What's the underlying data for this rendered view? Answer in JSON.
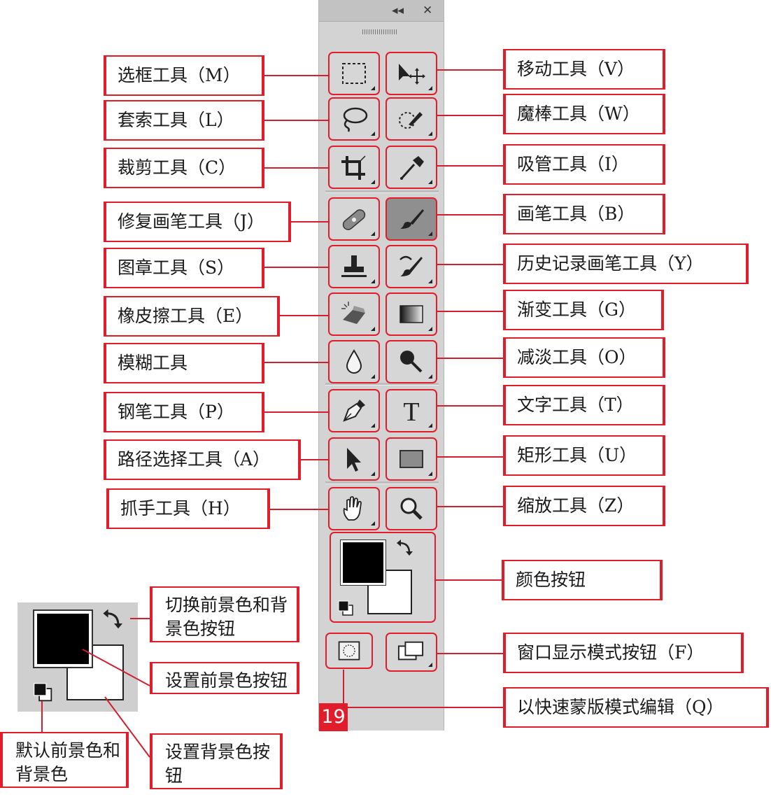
{
  "panel": {
    "collapse_icon": "◂◂",
    "close_icon": "✕"
  },
  "tools": [
    {
      "id": "marquee",
      "icon": "marquee-icon"
    },
    {
      "id": "move",
      "icon": "move-icon"
    },
    {
      "id": "lasso",
      "icon": "lasso-icon"
    },
    {
      "id": "quick-select",
      "icon": "quick-select-icon"
    },
    {
      "id": "crop",
      "icon": "crop-icon"
    },
    {
      "id": "eyedropper",
      "icon": "eyedropper-icon"
    },
    {
      "id": "healing",
      "icon": "bandage-icon"
    },
    {
      "id": "brush",
      "icon": "brush-icon",
      "selected": true
    },
    {
      "id": "stamp",
      "icon": "stamp-icon"
    },
    {
      "id": "history-brush",
      "icon": "history-brush-icon"
    },
    {
      "id": "eraser",
      "icon": "eraser-icon"
    },
    {
      "id": "gradient",
      "icon": "gradient-icon"
    },
    {
      "id": "blur",
      "icon": "drop-icon"
    },
    {
      "id": "dodge",
      "icon": "dodge-icon"
    },
    {
      "id": "pen",
      "icon": "pen-icon"
    },
    {
      "id": "type",
      "icon": "type-icon",
      "glyph": "T"
    },
    {
      "id": "path-select",
      "icon": "arrow-icon"
    },
    {
      "id": "rectangle",
      "icon": "rectangle-icon"
    },
    {
      "id": "hand",
      "icon": "hand-icon"
    },
    {
      "id": "zoom",
      "icon": "magnifier-icon"
    }
  ],
  "labels": {
    "left": [
      "选框工具（M）",
      "套索工具（L）",
      "裁剪工具（C）",
      "修复画笔工具（J）",
      "图章工具（S）",
      "橡皮擦工具（E）",
      "模糊工具",
      "钢笔工具（P）",
      "路径选择工具（A）",
      "抓手工具（H）"
    ],
    "right": [
      "移动工具（V）",
      "魔棒工具（W）",
      "吸管工具（I）",
      "画笔工具（B）",
      "历史记录画笔工具（Y）",
      "渐变工具（G）",
      "减淡工具（O）",
      "文字工具（T）",
      "矩形工具（U）",
      "缩放工具（Z）"
    ],
    "color_buttons": "颜色按钮",
    "screen_mode": "窗口显示模式按钮（F）",
    "quick_mask": "以快速蒙版模式编辑（Q）",
    "swap_colors": "切换前景色和背景色按钮",
    "set_foreground": "设置前景色按钮",
    "set_background": "设置背景色按钮",
    "default_colors": "默认前景色和背景色"
  },
  "colors": {
    "foreground": "#000000",
    "background": "#ffffff",
    "annotation": "#e21d2b",
    "panel": "#d3d3d3"
  },
  "figure_number": "19"
}
